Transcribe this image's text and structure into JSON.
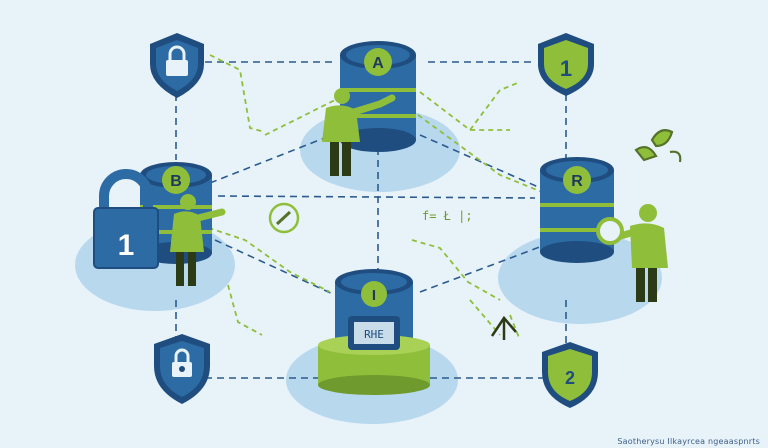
{
  "nodes": {
    "a": {
      "label": "A"
    },
    "b": {
      "label": "B"
    },
    "r": {
      "label": "R"
    },
    "i": {
      "label": "I"
    }
  },
  "lock_left": {
    "label": "1"
  },
  "shields": {
    "top_left": {
      "label": ""
    },
    "top_right": {
      "label": "1"
    },
    "bottom_left": {
      "label": ""
    },
    "bottom_right": {
      "label": "2"
    }
  },
  "center_screen": {
    "label": "RHE"
  },
  "center_annotation": "f= Ł |;",
  "watermark": "Saotherysu Ilkayrcea ngeaaspnrts",
  "colors": {
    "navy": "#1f4d7f",
    "blue": "#2c6ba4",
    "light_blue": "#3f86c0",
    "green": "#8fbf3a",
    "dark_green": "#55722a",
    "platform": "#b8d8ee",
    "background": "#e8f2f9"
  }
}
